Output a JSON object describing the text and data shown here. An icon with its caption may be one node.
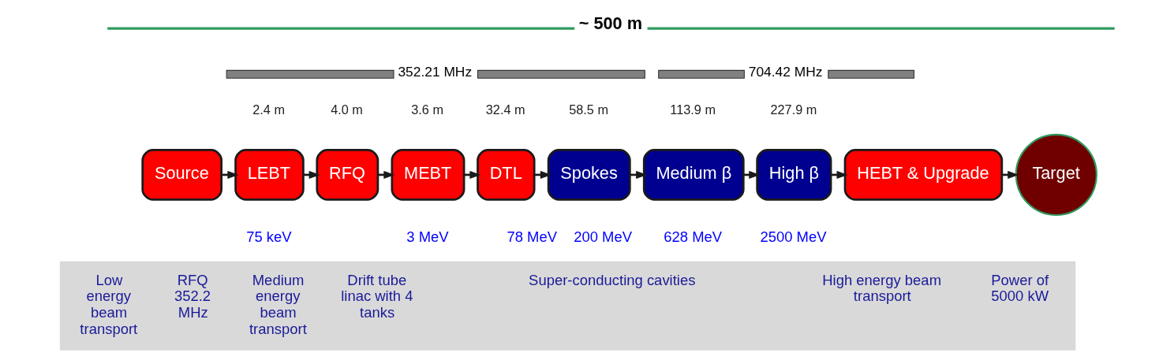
{
  "diagram": {
    "nodes": [
      {
        "text": [
          "Source"
        ]
      },
      {
        "text": [
          "LEBT"
        ],
        "beside": [
          "2.4 m"
        ]
      },
      {
        "text": [
          "RFQ"
        ],
        "beside": [
          "4.0 m"
        ]
      },
      {
        "text": [
          "MEBT"
        ],
        "beside": [
          "3.6 m"
        ]
      },
      {
        "text": [
          "DTL"
        ],
        "beside": [
          "32.4 m"
        ]
      },
      {
        "text": [
          "Spokes"
        ],
        "beside": [
          "58.5 m"
        ]
      },
      {
        "text": [
          "Medium β"
        ],
        "beside": [
          "113.9 m"
        ]
      },
      {
        "text": [
          "High β"
        ],
        "beside": [
          "227.9 m"
        ]
      },
      {
        "text": [
          "HEBT & Upgrade"
        ]
      },
      {
        "text": [
          "Target"
        ]
      },
      {
        "text": [
          "Low energy beam transport",
          "RFQ 352.2 MHz",
          "Medium energy beam transport",
          "Drift tube linac with 4 tanks",
          "Super-conducting cavities",
          "High energy beam transport",
          "Power of 5000 kW"
        ]
      }
    ],
    "edges": [
      {
        "from": 0,
        "to": 1,
        "arrow": "to"
      },
      {
        "from": 1,
        "to": 2,
        "arrow": "to"
      },
      {
        "from": 2,
        "to": 3,
        "arrow": "to"
      },
      {
        "from": 3,
        "to": 4,
        "arrow": "to"
      },
      {
        "from": 4,
        "to": 5,
        "arrow": "to"
      },
      {
        "from": 5,
        "to": 6,
        "arrow": "to"
      },
      {
        "from": 6,
        "to": 7,
        "arrow": "to"
      },
      {
        "from": 7,
        "to": 8,
        "arrow": "to"
      },
      {
        "from": 8,
        "to": 9,
        "arrow": "to"
      }
    ],
    "labels": [
      "~ 500 m",
      "352.21 MHz",
      "704.42 MHz",
      "75 keV",
      "3 MeV",
      "78 MeV",
      "200 MeV",
      "628 MeV",
      "2500 MeV"
    ]
  }
}
